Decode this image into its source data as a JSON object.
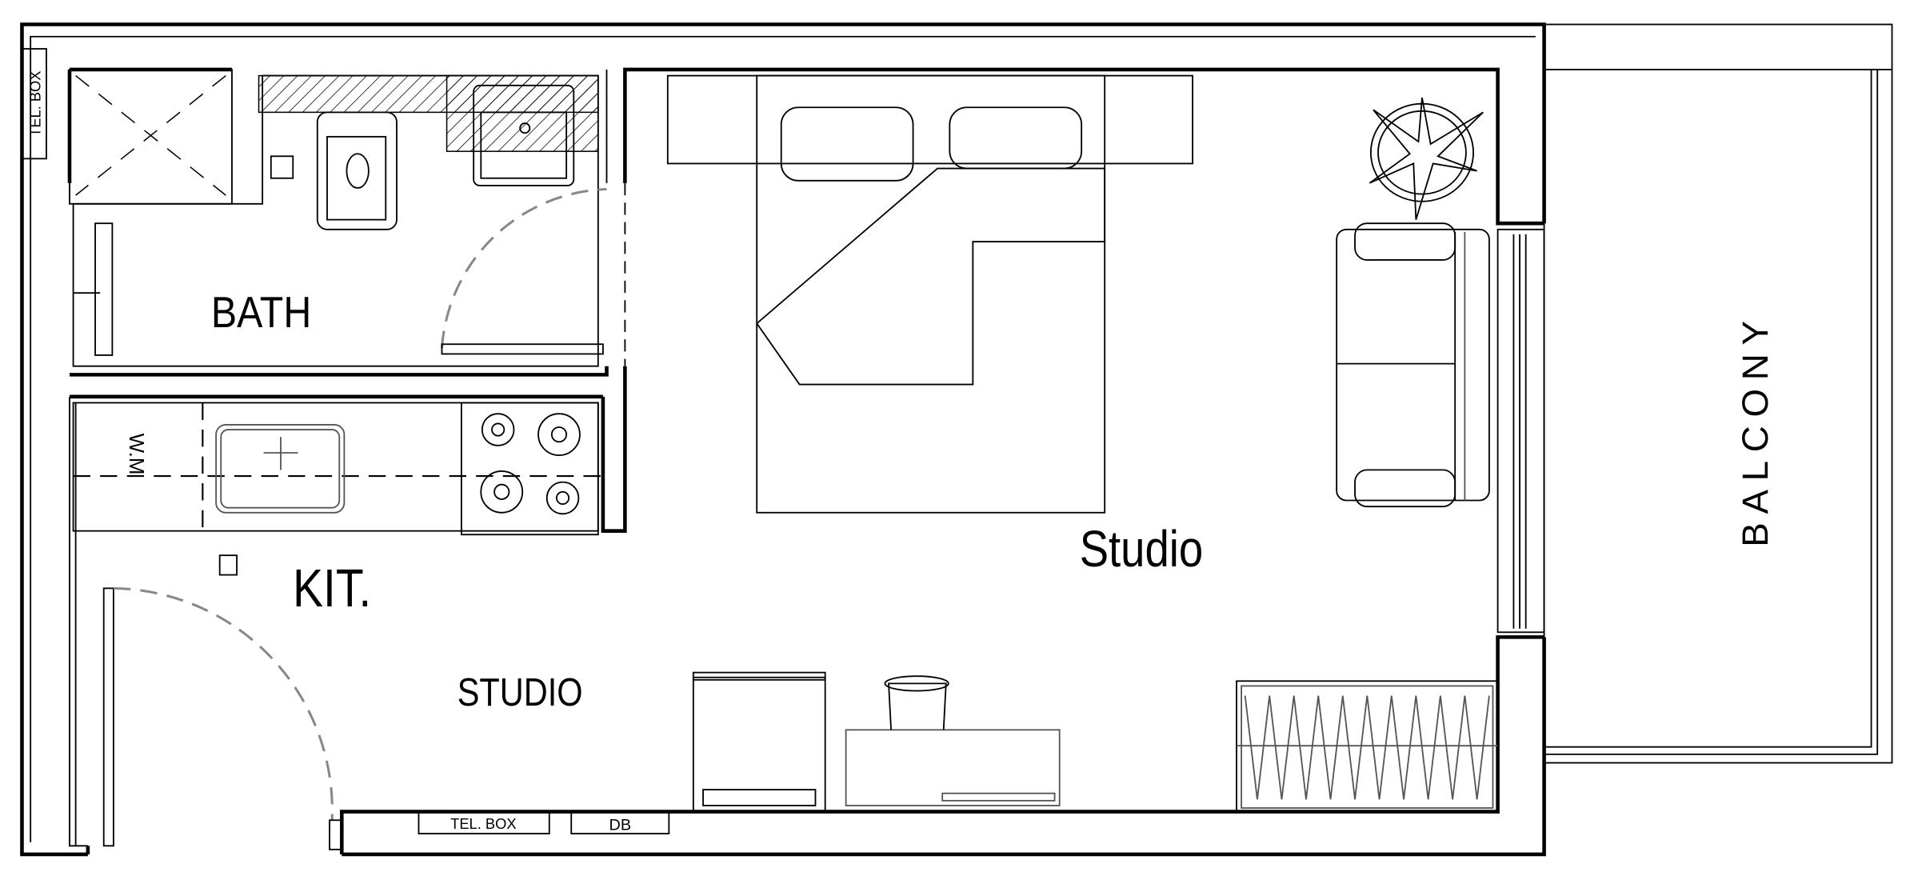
{
  "plan": {
    "rooms": {
      "bath": "BATH",
      "kitchen": "KIT.",
      "studio_upper": "STUDIO",
      "studio_main": "Studio",
      "balcony": "BALCONY"
    },
    "fixtures": {
      "washing_machine": "W.M",
      "tel_box_left": "TEL. BOX",
      "tel_box_bottom": "TEL. BOX",
      "distribution_board": "DB"
    },
    "colors": {
      "line": "#000000",
      "door_swing": "#888888",
      "background": "#ffffff"
    }
  }
}
